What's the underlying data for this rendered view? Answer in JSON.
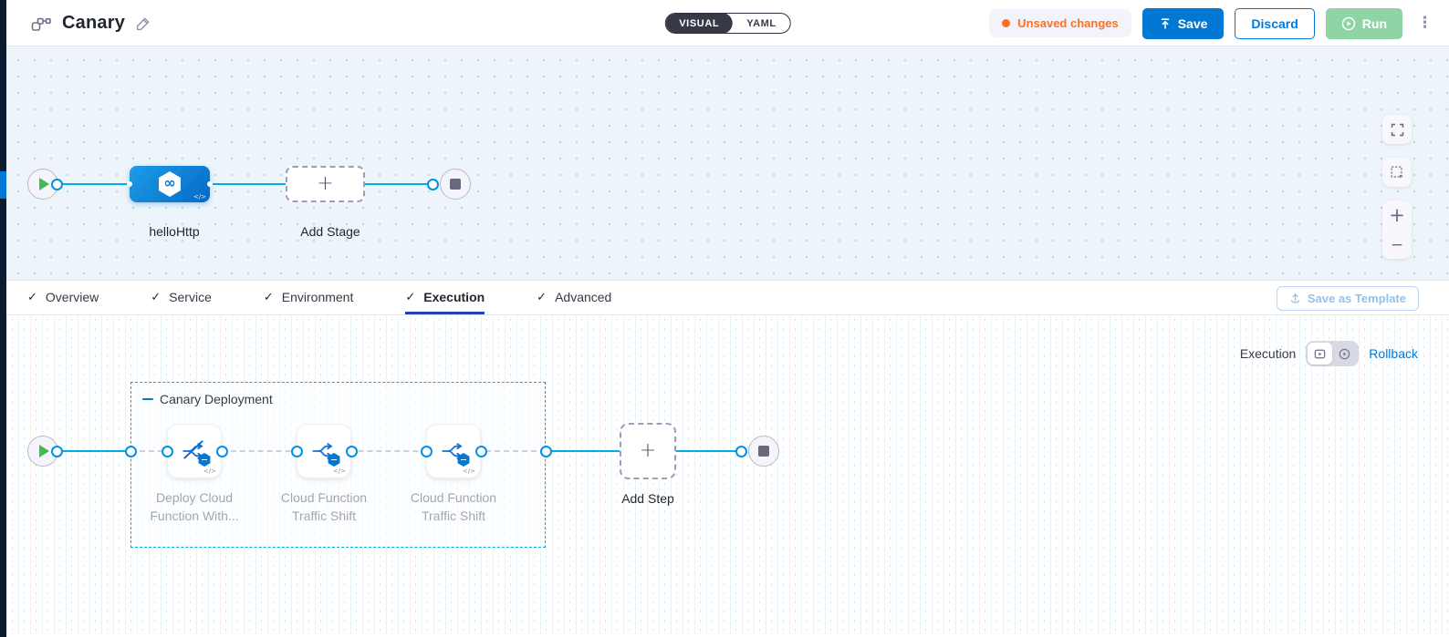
{
  "header": {
    "title": "Canary",
    "mode_toggle": {
      "visual": "VISUAL",
      "yaml": "YAML",
      "selected": "VISUAL"
    },
    "unsaved_badge": "Unsaved changes",
    "save_label": "Save",
    "discard_label": "Discard",
    "run_label": "Run"
  },
  "stage_canvas": {
    "stage_label": "helloHttp",
    "add_stage_label": "Add Stage"
  },
  "tabs": [
    {
      "label": "Overview",
      "checked": true,
      "active": false
    },
    {
      "label": "Service",
      "checked": true,
      "active": false
    },
    {
      "label": "Environment",
      "checked": true,
      "active": false
    },
    {
      "label": "Execution",
      "checked": true,
      "active": true
    },
    {
      "label": "Advanced",
      "checked": true,
      "active": false
    }
  ],
  "save_as_template_label": "Save as Template",
  "execution_canvas": {
    "mode_label": "Execution",
    "rollback_label": "Rollback",
    "group_title": "Canary Deployment",
    "steps": [
      {
        "label": "Deploy Cloud Function With..."
      },
      {
        "label": "Cloud Function Traffic Shift"
      },
      {
        "label": "Cloud Function Traffic Shift"
      }
    ],
    "add_step_label": "Add Step"
  },
  "icons": {
    "check": "✓",
    "plus": "+",
    "minus": "−",
    "kebab": "⋮",
    "code": "</>",
    "infinity": "∞"
  },
  "colors": {
    "primary_blue": "#0278d5",
    "connector_cyan": "#00ade4",
    "unsaved_orange": "#ff7020",
    "run_green": "#8ed4a4",
    "canvas_tint": "#edf5fa",
    "rail_navy": "#0a1b2e"
  }
}
